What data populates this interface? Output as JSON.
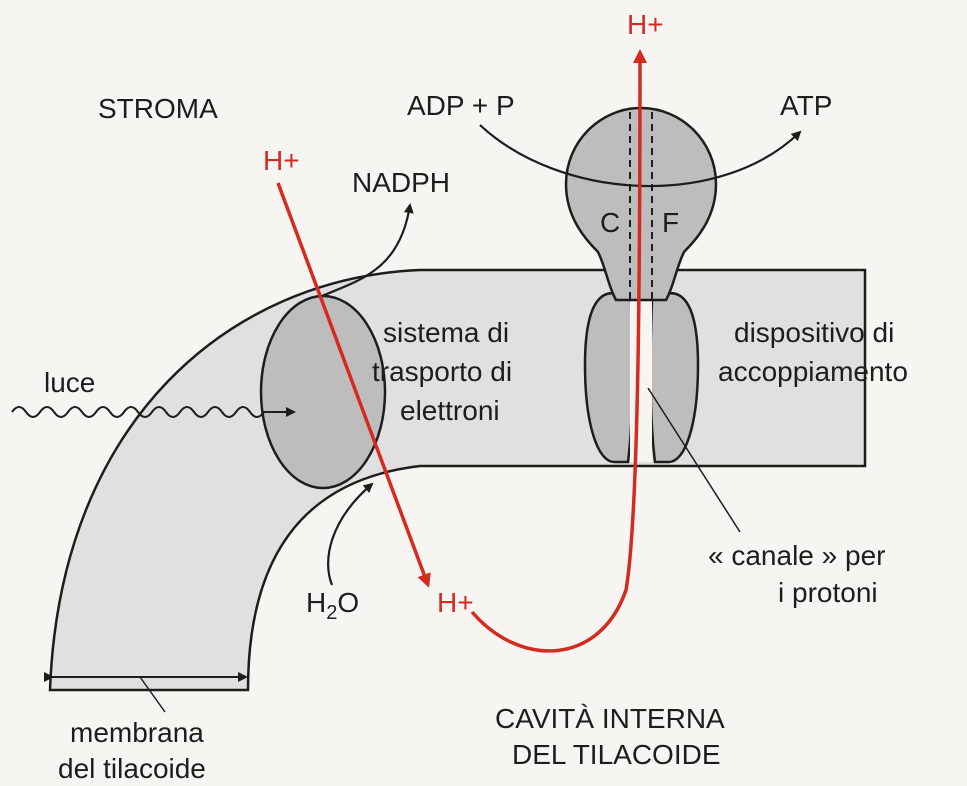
{
  "labels": {
    "stroma": "STROMA",
    "h_plus_top": "H+",
    "adp_p": "ADP + P",
    "atp": "ATP",
    "h_plus_left": "H+",
    "nadph": "NADPH",
    "c": "C",
    "f": "F",
    "sistema_line1": "sistema di",
    "sistema_line2": "trasporto di",
    "sistema_line3": "elettroni",
    "dispositivo_line1": "dispositivo di",
    "dispositivo_line2": "accoppiamento",
    "luce": "luce",
    "h2o": "H2O",
    "h_plus_bottom": "H+",
    "canale_line1": "« canale » per",
    "canale_line2": "i protoni",
    "membrana_line1": "membrana",
    "membrana_line2": "del tilacoide",
    "cavita_line1": "CAVITÀ INTERNA",
    "cavita_line2": "DEL TILACOIDE"
  },
  "colors": {
    "background": "#f7f5f2",
    "membrane": "#e0e0e0",
    "protein": "#bdbdbd",
    "proton_arrow": "#d42a20",
    "ink": "#1d1d1d"
  }
}
